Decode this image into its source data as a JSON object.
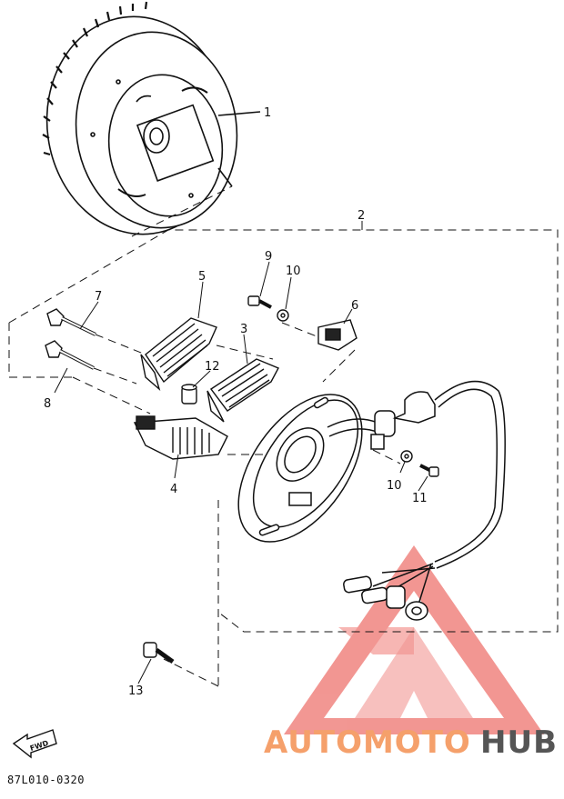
{
  "diagram": {
    "callouts": {
      "c1": "1",
      "c2": "2",
      "c3": "3",
      "c4": "4",
      "c5": "5",
      "c6": "6",
      "c7": "7",
      "c8": "8",
      "c9": "9",
      "c10a": "10",
      "c10b": "10",
      "c11": "11",
      "c12": "12",
      "c13": "13"
    },
    "fwd_label": "FWD",
    "reference_code": "87L010-0320"
  },
  "watermark": {
    "text_part1": "AUTOMOTO",
    "text_part2": "HUB",
    "colors": {
      "part1": "#f5a06b",
      "part2": "#555555",
      "triangle": "#e8413a"
    }
  }
}
